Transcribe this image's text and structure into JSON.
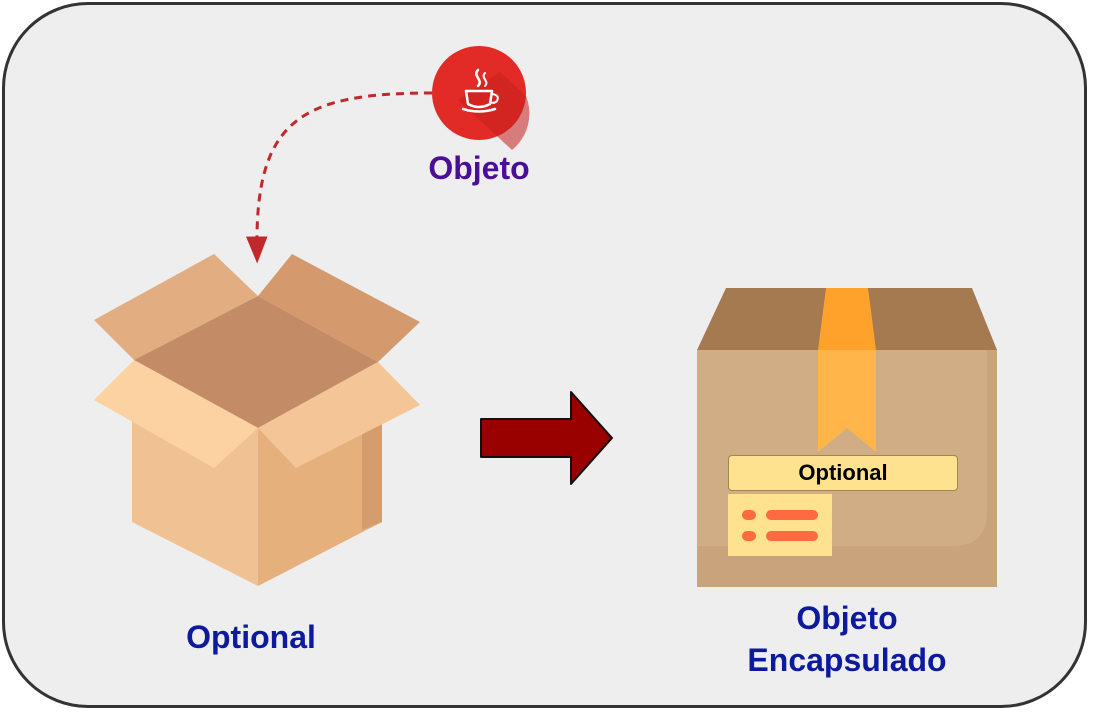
{
  "labels": {
    "object": "Objeto",
    "empty_box": "Optional",
    "wrapped_line1": "Objeto",
    "wrapped_line2": "Encapsulado",
    "box_tag": "Optional"
  },
  "icons": {
    "object": "java-coffee-cup-icon",
    "empty_box": "open-cardboard-box-icon",
    "wrapped_box": "sealed-package-icon",
    "transition": "right-arrow-icon"
  },
  "colors": {
    "object_label": "#4b0e96",
    "box_label": "#0d1a9c",
    "java_circle": "#e22a27",
    "arrow_fill": "#990000",
    "dashed_connector": "#c0282b",
    "frame_background": "#eeeeee",
    "frame_border": "#333333"
  }
}
